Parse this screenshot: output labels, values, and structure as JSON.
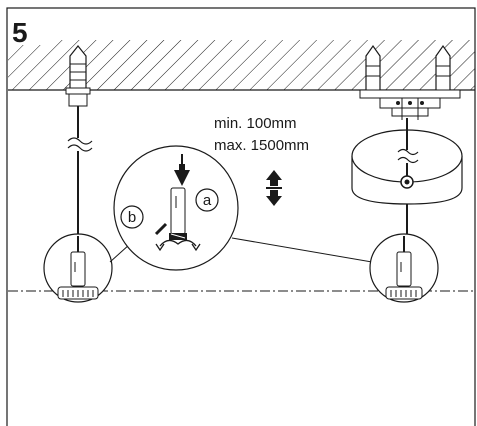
{
  "step_number": "5",
  "distance": {
    "min": "min. 100mm",
    "max": "max. 1500mm"
  },
  "detail_labels": {
    "a": "a",
    "b": "b"
  },
  "icons": [
    "ceiling-hatch-icon",
    "wall-plug-icon",
    "cable-icon",
    "double-arrow-icon",
    "down-arrow-icon",
    "spring-clip-icon"
  ],
  "colors": {
    "line": "#1a1a1a",
    "background": "#ffffff"
  }
}
